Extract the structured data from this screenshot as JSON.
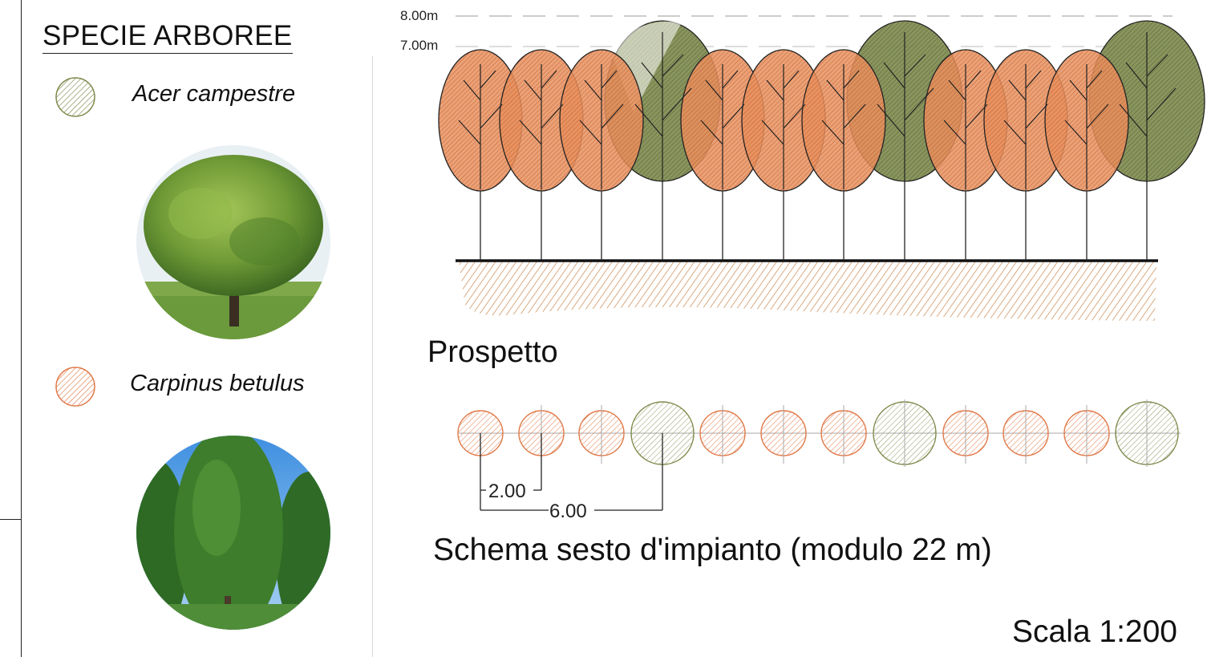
{
  "legend": {
    "title": "SPECIE ARBOREE",
    "species": [
      {
        "name": "Acer campestre",
        "color": "#7d8a4c",
        "photo_icon": "field-maple-photo"
      },
      {
        "name": "Carpinus betulus",
        "color": "#e07a4a",
        "photo_icon": "hornbeam-photo"
      }
    ]
  },
  "elevation": {
    "title": "Prospetto",
    "height_labels": [
      "8.00m",
      "7.00m"
    ]
  },
  "plan": {
    "title": "Schema sesto d'impianto (modulo 22 m)",
    "dimensions": [
      "2.00",
      "6.00"
    ]
  },
  "scale": "Scala 1:200",
  "colors": {
    "acer": "#7d8a4c",
    "carpinus": "#e07a4a",
    "ground": "#c9874c"
  }
}
